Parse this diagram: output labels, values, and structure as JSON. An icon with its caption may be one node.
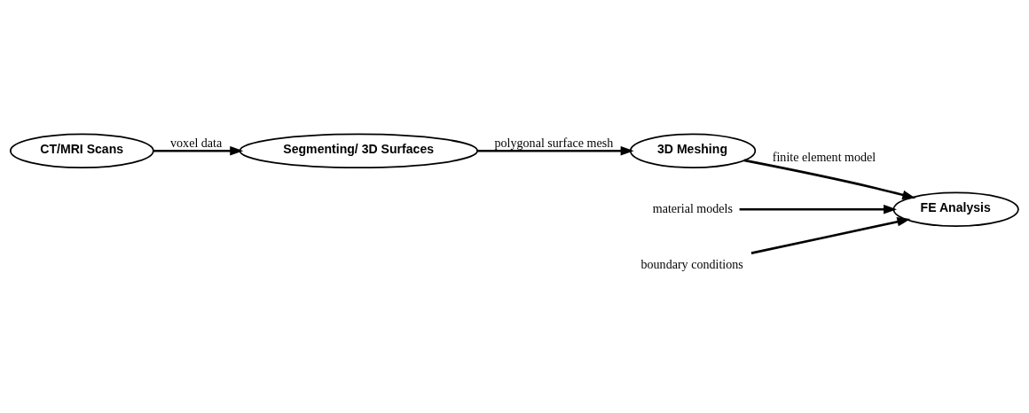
{
  "diagram": {
    "nodes": [
      {
        "text": [
          "CT/MRI Scans"
        ]
      },
      {
        "text": [
          "Segmenting/ 3D Surfaces"
        ]
      },
      {
        "text": [
          "3D Meshing"
        ]
      },
      {
        "text": [
          "FE Analysis"
        ]
      },
      {
        "text": [
          "material models"
        ]
      },
      {
        "text": [
          "boundary conditions"
        ]
      }
    ],
    "edges": [
      {
        "from": 0,
        "to": 1,
        "arrow": "to",
        "label": "voxel data"
      },
      {
        "from": 1,
        "to": 2,
        "arrow": "to",
        "label": "polygonal surface mesh"
      },
      {
        "from": 2,
        "to": 3,
        "arrow": "to",
        "label": "finite element model"
      },
      {
        "from": 4,
        "to": 3,
        "arrow": "to"
      },
      {
        "from": 5,
        "to": 3,
        "arrow": "to"
      }
    ]
  }
}
